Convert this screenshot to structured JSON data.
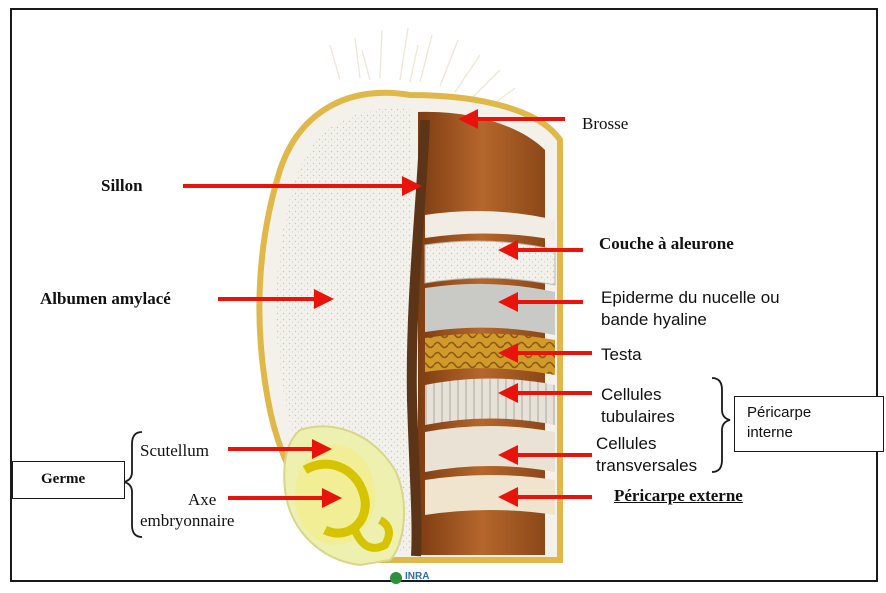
{
  "labels": {
    "brosse": "Brosse",
    "sillon": "Sillon",
    "albumen": "Albumen amylacé",
    "aleurone": "Couche à aleurone",
    "epiderme_1": "Epiderme du nucelle ou",
    "epiderme_2": "bande hyaline",
    "testa": "Testa",
    "tubulaires_1": "Cellules",
    "tubulaires_2": "tubulaires",
    "transversales_1": "Cellules",
    "transversales_2": "transversales",
    "pericarpe_externe": "Péricarpe externe",
    "pericarpe_interne_1": "Péricarpe",
    "pericarpe_interne_2": "interne",
    "scutellum": "Scutellum",
    "axe_1": "Axe",
    "axe_2": "embryonnaire",
    "germe": "Germe",
    "credit": "INRA"
  },
  "colors": {
    "arrow": "#e8140c",
    "bran": "#9a4e1c",
    "albumen": "#f4f1ea",
    "germ": "#eef0b0",
    "frame": "#1a1a1a"
  }
}
